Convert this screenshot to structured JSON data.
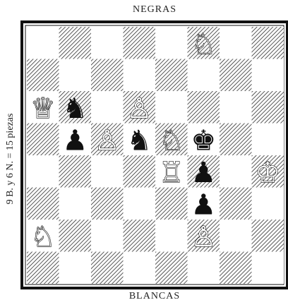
{
  "labels": {
    "top": "NEGRAS",
    "bottom": "BLANCAS",
    "side": "9 B. y 6 N. = 15 piezas"
  },
  "colors": {
    "ink": "#111111",
    "light_square": "#ffffff"
  },
  "pieces": [
    {
      "piece": "knight",
      "color": "white",
      "square": "f8",
      "icon": "white-knight-icon"
    },
    {
      "piece": "queen",
      "color": "white",
      "square": "a6",
      "icon": "white-queen-icon"
    },
    {
      "piece": "knight",
      "color": "black",
      "square": "b6",
      "icon": "black-knight-icon"
    },
    {
      "piece": "pawn",
      "color": "white",
      "square": "d6",
      "icon": "white-pawn-icon"
    },
    {
      "piece": "pawn",
      "color": "black",
      "square": "b5",
      "icon": "black-pawn-icon"
    },
    {
      "piece": "pawn",
      "color": "white",
      "square": "c5",
      "icon": "white-pawn-icon"
    },
    {
      "piece": "knight",
      "color": "black",
      "square": "d5",
      "icon": "black-knight-icon"
    },
    {
      "piece": "knight",
      "color": "white",
      "square": "e5",
      "icon": "white-knight-icon"
    },
    {
      "piece": "king",
      "color": "black",
      "square": "f5",
      "icon": "black-king-icon"
    },
    {
      "piece": "rook",
      "color": "white",
      "square": "e4",
      "icon": "white-rook-icon"
    },
    {
      "piece": "pawn",
      "color": "black",
      "square": "f4",
      "icon": "black-pawn-icon"
    },
    {
      "piece": "king",
      "color": "white",
      "square": "h4",
      "icon": "white-king-icon"
    },
    {
      "piece": "pawn",
      "color": "black",
      "square": "f3",
      "icon": "black-pawn-icon"
    },
    {
      "piece": "knight",
      "color": "white",
      "square": "a2",
      "icon": "white-knight-icon"
    },
    {
      "piece": "pawn",
      "color": "white",
      "square": "f2",
      "icon": "white-pawn-icon"
    }
  ]
}
